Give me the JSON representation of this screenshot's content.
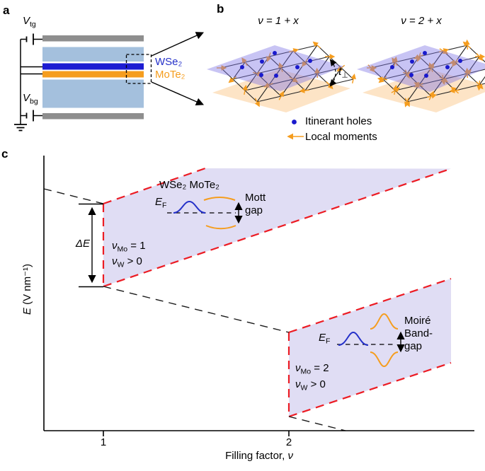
{
  "panel_a": {
    "label": "a",
    "top_gate_label": {
      "base": "V",
      "sub": "tg"
    },
    "bottom_gate_label": {
      "base": "V",
      "sub": "bg"
    },
    "layer_labels": {
      "wse2": "WSe₂",
      "mote2": "MoTe₂"
    },
    "colors": {
      "wse2_layer": "#1c1cd2",
      "mote2_layer": "#f59d1e",
      "hbn": "#a4c0dd",
      "gate": "#8e8e8e"
    }
  },
  "panel_b": {
    "label": "b",
    "left_title": "ν = 1 + x",
    "right_title": "ν = 2 + x",
    "coupling_label": {
      "base": "t",
      "sub": "⊥"
    },
    "legend": {
      "itinerant": "Itinerant holes",
      "local": "Local moments"
    },
    "colors": {
      "hole_dot": "#1a1acd",
      "moment_arrow": "#f59d1e",
      "top_plane": "#7c73e4",
      "bottom_plane": "#f7a642"
    }
  },
  "panel_c": {
    "label": "c",
    "y_axis_label": {
      "sym": "E",
      "units": " (V nm⁻¹)"
    },
    "x_axis_label": {
      "pre": "Filling factor, ",
      "sym": "ν"
    },
    "x_ticks": [
      "1",
      "2"
    ],
    "delta_e_label": "ΔE",
    "upper_region": {
      "filling_line1": {
        "base": "ν",
        "sub": "Mo",
        "rest": " = 1"
      },
      "filling_line2": {
        "base": "ν",
        "sub": "W",
        "rest": " > 0"
      },
      "inset": {
        "materials": "WSe₂ MoTe₂",
        "fermi": {
          "base": "E",
          "sub": "F"
        },
        "gap_line1": "Mott",
        "gap_line2": "gap"
      }
    },
    "lower_region": {
      "filling_line1": {
        "base": "ν",
        "sub": "Mo",
        "rest": " = 2"
      },
      "filling_line2": {
        "base": "ν",
        "sub": "W",
        "rest": " > 0"
      },
      "inset": {
        "fermi": {
          "base": "E",
          "sub": "F"
        },
        "gap_line1": "Moiré",
        "gap_line2": "Band-",
        "gap_line3": "gap"
      }
    },
    "colors": {
      "phase_fill": "#e0ddf4",
      "phase_border": "#ec1c24"
    }
  }
}
